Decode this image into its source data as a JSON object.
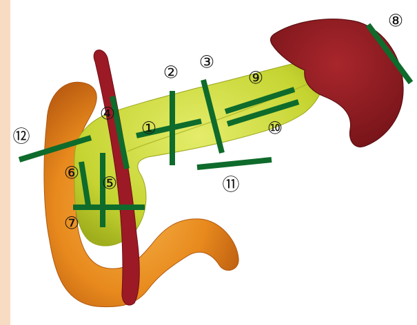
{
  "diagram": {
    "markers": [
      {
        "id": "1",
        "label": "①"
      },
      {
        "id": "2",
        "label": "②"
      },
      {
        "id": "3",
        "label": "③"
      },
      {
        "id": "4",
        "label": "④"
      },
      {
        "id": "5",
        "label": "⑤"
      },
      {
        "id": "6",
        "label": "⑥"
      },
      {
        "id": "7",
        "label": "⑦"
      },
      {
        "id": "8",
        "label": "⑧"
      },
      {
        "id": "9",
        "label": "⑨"
      },
      {
        "id": "10",
        "label": "⑩"
      },
      {
        "id": "11",
        "label": "⑪"
      },
      {
        "id": "12",
        "label": "⑫"
      }
    ]
  },
  "colors": {
    "background_strip": "#f7dcc3",
    "duodenum": "#e88a1d",
    "pancreas": "#c5d431",
    "spleen": "#8c1a1f",
    "vessel": "#9c1a25",
    "cut_line": "#0e6b2b"
  }
}
